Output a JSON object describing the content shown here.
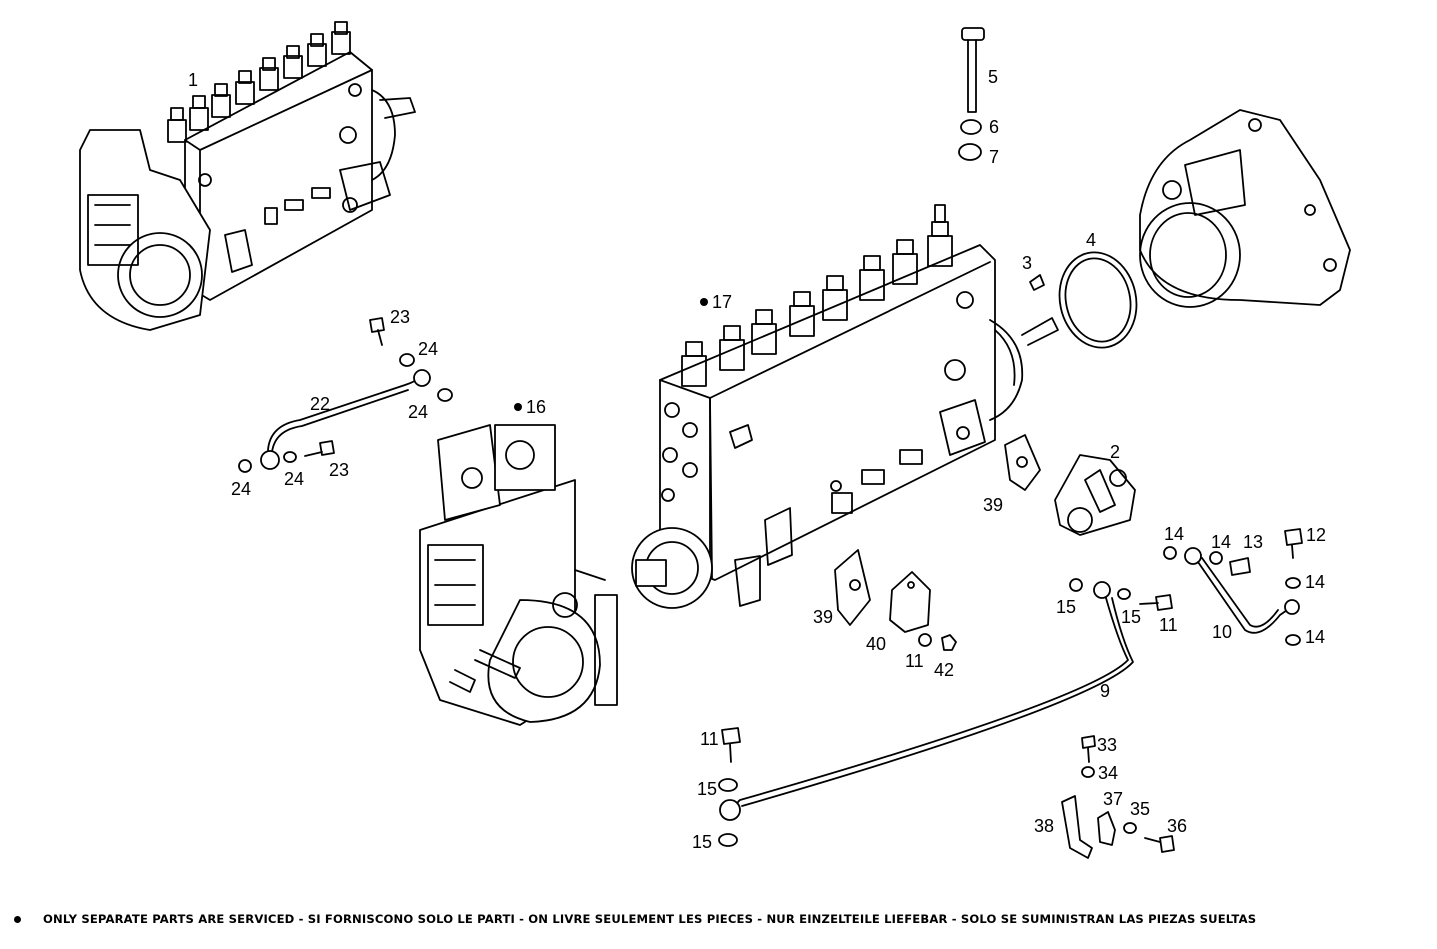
{
  "callouts": {
    "c1": "1",
    "c2": "2",
    "c3": "3",
    "c4": "4",
    "c5": "5",
    "c6": "6",
    "c7": "7",
    "c9": "9",
    "c10": "10",
    "c11a": "11",
    "c11b": "11",
    "c11c": "11",
    "c12": "12",
    "c13": "13",
    "c14a": "14",
    "c14b": "14",
    "c14c": "14",
    "c14d": "14",
    "c15a": "15",
    "c15b": "15",
    "c15c": "15",
    "c15d": "15",
    "c16": "16",
    "c17": "17",
    "c22": "22",
    "c23a": "23",
    "c23b": "23",
    "c24a": "24",
    "c24b": "24",
    "c24c": "24",
    "c24d": "24",
    "c33": "33",
    "c34": "34",
    "c35": "35",
    "c36": "36",
    "c37": "37",
    "c38": "38",
    "c39a": "39",
    "c39b": "39",
    "c40": "40",
    "c42": "42"
  },
  "footer_note": "ONLY SEPARATE PARTS ARE SERVICED - SI FORNISCONO SOLO LE PARTI - ON LIVRE SEULEMENT LES PIECES - NUR EINZELTEILE LIEFEBAR - SOLO SE SUMINISTRAN LAS PIEZAS SUELTAS",
  "icons": [
    "bullet-icon",
    "injection-pump-assembly",
    "governor-housing",
    "pump-body",
    "drive-flange",
    "fuel-pipe",
    "bolt",
    "washer",
    "bracket"
  ]
}
